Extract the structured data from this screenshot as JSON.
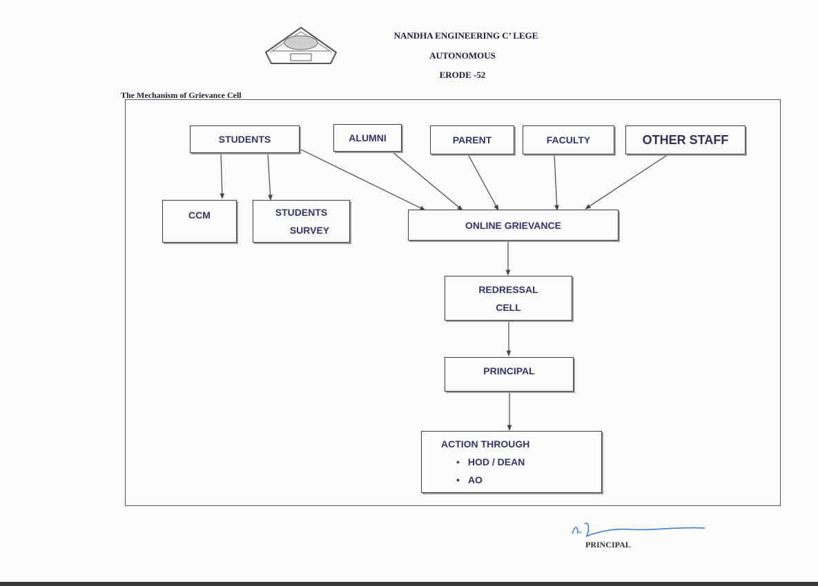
{
  "header": {
    "college_name": "NANDHA ENGINEERING C’ LEGE",
    "status": "AUTONOMOUS",
    "city": "ERODE -52"
  },
  "caption": "The Mechanism of Grievance Cell",
  "nodes": {
    "students": "STUDENTS",
    "alumni": "ALUMNI",
    "parent": "PARENT",
    "faculty": "FACULTY",
    "other_staff": "OTHER STAFF",
    "ccm": "CCM",
    "students_survey_line1": "STUDENTS",
    "students_survey_line2": "SURVEY",
    "online_grievance": "ONLINE GRIEVANCE",
    "redressal_line1": "REDRESSAL",
    "redressal_line2": "CELL",
    "principal": "PRINCIPAL",
    "action_title": "ACTION THROUGH",
    "action_items": [
      "HOD / DEAN",
      "AO"
    ]
  },
  "footer": {
    "signatory": "PRINCIPAL"
  },
  "colors": {
    "box_text": "#33336a",
    "line": "#444444",
    "signature_ink": "#3b7fd8"
  }
}
